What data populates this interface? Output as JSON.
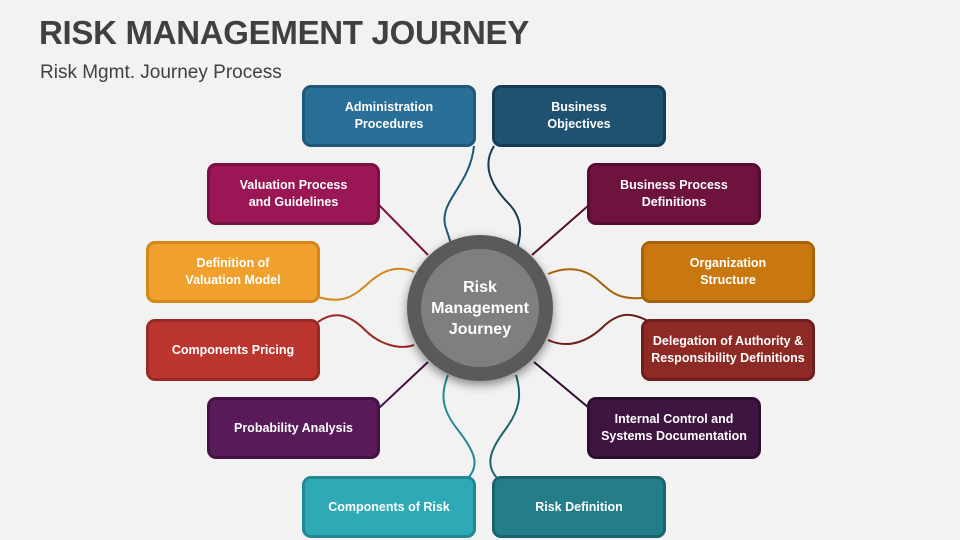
{
  "header": {
    "title": "RISK MANAGEMENT JOURNEY",
    "subtitle": "Risk Mgmt. Journey Process"
  },
  "hub": {
    "label": "Risk\nManagement\nJourney"
  },
  "nodes": [
    {
      "label": "Administration\nProcedures",
      "color": "#2a6f97",
      "border": "#1f5878"
    },
    {
      "label": "Business\nObjectives",
      "color": "#1f5170",
      "border": "#163c55"
    },
    {
      "label": "Valuation Process\nand Guidelines",
      "color": "#9a1654",
      "border": "#7a0f42"
    },
    {
      "label": "Business Process\nDefinitions",
      "color": "#6e123e",
      "border": "#560c30"
    },
    {
      "label": "Definition of\nValuation Model",
      "color": "#f0a02c",
      "border": "#d4861a"
    },
    {
      "label": "Organization\nStructure",
      "color": "#c9780f",
      "border": "#a9620a"
    },
    {
      "label": "Components Pricing",
      "color": "#bc3630",
      "border": "#9a2824"
    },
    {
      "label": "Delegation of Authority &\nResponsibility Definitions",
      "color": "#8e2a25",
      "border": "#6e1f1b"
    },
    {
      "label": "Probability Analysis",
      "color": "#581a58",
      "border": "#441244"
    },
    {
      "label": "Internal Control and\nSystems Documentation",
      "color": "#3e1540",
      "border": "#2e0e30"
    },
    {
      "label": "Components of Risk",
      "color": "#2fa9b6",
      "border": "#228894"
    },
    {
      "label": "Risk Definition",
      "color": "#247e89",
      "border": "#1b646d"
    }
  ]
}
